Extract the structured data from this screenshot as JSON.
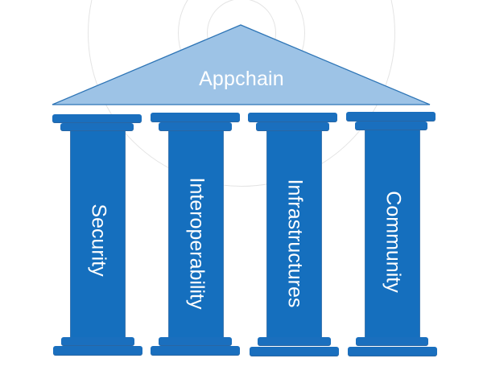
{
  "diagram": {
    "title": "Appchain",
    "roof": {
      "label": "Appchain",
      "fill_color": "#9dc3e6",
      "stroke_color": "#2e75b6"
    },
    "pillar_color": "#1a6fbe",
    "pillars": [
      {
        "label": "Security"
      },
      {
        "label": "Interoperability"
      },
      {
        "label": "Infrastructures"
      },
      {
        "label": "Community"
      }
    ]
  }
}
